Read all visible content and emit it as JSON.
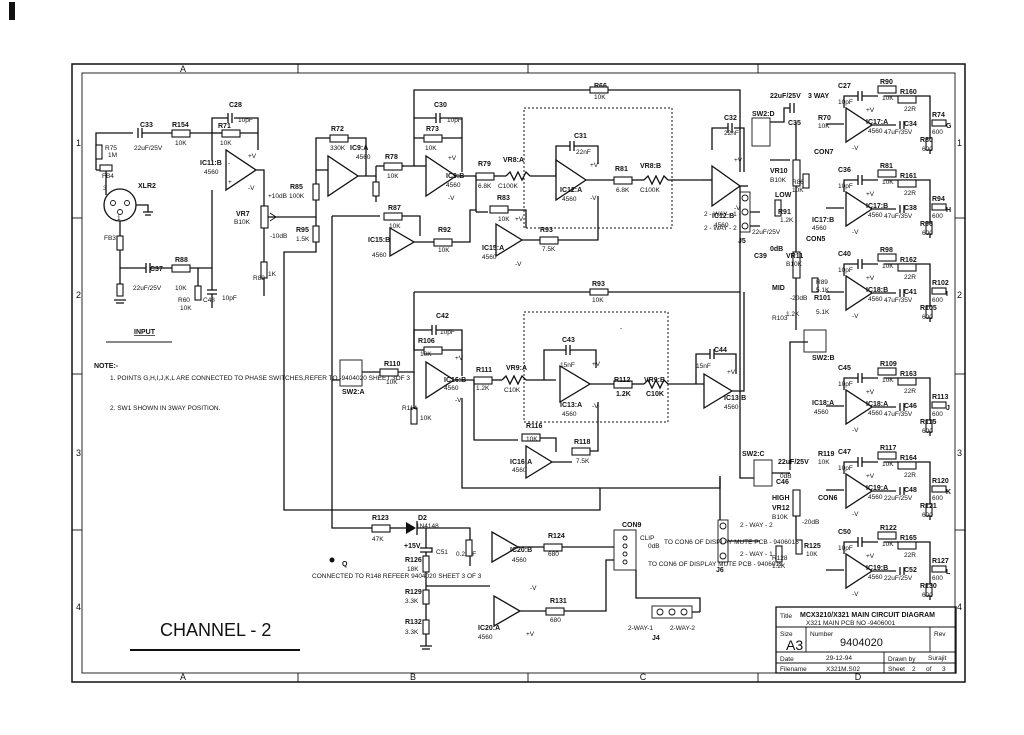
{
  "zones": {
    "columns": [
      "A",
      "B",
      "C",
      "D"
    ],
    "rows": [
      "1",
      "2",
      "3",
      "4"
    ]
  },
  "input_section": {
    "label": "INPUT",
    "xlr": "XLR2",
    "fb1": "FB4",
    "fb2": "FB3",
    "r75": "R75",
    "r75_val": "1M",
    "c33": "C33",
    "c33_val": "22uF/25V",
    "r154": "R154",
    "r154_val": "10K",
    "c28": "C28",
    "c28_val": "10pF",
    "r71": "R71",
    "r71_val": "10K",
    "ic11b": "IC11:B",
    "ic11b_part": "4560",
    "c37": "C37",
    "c37_val": "22uF/25V",
    "r88": "R88",
    "r88_val": "10K",
    "r60": "R60",
    "r60_val": "10K",
    "c48b": "C48",
    "c48b_val": "10pF",
    "vr7": "VR7",
    "vr7_val": "B10K",
    "vr7_hi": "+10dB",
    "vr7_lo": "-10dB",
    "r82": "R82",
    "r82_val": "1K"
  },
  "main_path": {
    "r72": "R72",
    "r72_val": "330K",
    "ic9a": "IC9:A",
    "ic9a_part": "4560",
    "r85": "R85",
    "r85_val": "100K",
    "r95": "R95",
    "r95_val": "1.5K",
    "r87": "R87",
    "r87_val": "10K",
    "ic15b": "IC15:B",
    "ic15b_part": "4560",
    "r92": "R92",
    "r92_val": "10K",
    "c30": "C30",
    "c30_val": "10pF",
    "r73": "R73",
    "r73_val": "10K",
    "r78": "R78",
    "r78_val": "10K",
    "ic9b": "IC9:B",
    "ic9b_part": "4560",
    "r79": "R79",
    "r79_val": "6.8K",
    "vr8a": "VR8:A",
    "vr8a_val": "C100K",
    "r66": "R66",
    "r66_val": "10K",
    "c31": "C31",
    "c31_val": "22nF",
    "ic12a": "IC12:A",
    "ic12a_part": "4560",
    "r83": "R83",
    "r83_val": "10K",
    "ic15a": "IC15:A",
    "ic15a_part": "4560",
    "r93": "R93",
    "r93_val": "7.5K",
    "r81": "R81",
    "r81_val": "6.8K",
    "vr8b": "VR8:B",
    "vr8b_val": "C100K",
    "c32": "C32",
    "c32_val": "22nF",
    "ic12b": "IC12:B",
    "ic12b_part": "4560",
    "sw2d": "SW2:D",
    "c35": "C35",
    "c35_val": "22uF/25V",
    "j5": "J5",
    "j5_1": "2 - WAY - 1",
    "j5_2": "2 - WAY - 2",
    "c39": "C39",
    "c39_val": "22uF/25V",
    "r91": "R91",
    "r91_val": "1.2K",
    "sw2a": "SW2:A",
    "r110": "R110",
    "r110_val": "10K",
    "r114": "R114",
    "r114_val": "10K",
    "c42": "C42",
    "c42_val": "10pF",
    "r106": "R106",
    "r106_val": "10K",
    "ic16b": "IC16:B",
    "ic16b_part": "4560",
    "r111": "R111",
    "r111_val": "1.2K",
    "vr9a": "VR9:A",
    "vr9a_val": "C10K",
    "r93b": "R93",
    "r93b_val": "10K",
    "c43": "C43",
    "c43_val": "15nF",
    "ic13a": "IC13:A",
    "ic13a_part": "4560",
    "r112": "R112",
    "r112_val": "1.2K",
    "vr9b": "VR9:B",
    "vr9b_val": "C10K",
    "c44": "C44",
    "c44_val": "15nF",
    "ic13b": "IC13:B",
    "ic13b_part": "4560",
    "r116": "R116",
    "r116_val": "10K",
    "ic16a": "IC16:A",
    "ic16a_part": "4560",
    "r118": "R118",
    "r118_val": "7.5K"
  },
  "right_outputs": {
    "three_way": "3 WAY",
    "r70": "R70",
    "r70_val": "10K",
    "con7": "CON7",
    "vr10": "VR10",
    "vr10_val": "B10K",
    "low": "LOW",
    "r86": "R86",
    "r86_val": "10K",
    "ic17b": "IC17:B",
    "ic17b_part": "4560",
    "con5": "CON5",
    "vr11": "VR11",
    "vr11_val": "B10K",
    "mid": "MID",
    "r103": "R103",
    "r103_val": "1.2K",
    "r101": "R101",
    "r101_val": "5.1K",
    "sw2b": "SW2:B",
    "ic18a": "IC18:A",
    "ic18a_part": "4560",
    "r89": "R89",
    "r89_val": "5.1K",
    "db20a": "-20dB",
    "db0a": "0dB",
    "blocks": [
      {
        "ic": "IC17:A",
        "part": "4560",
        "c": "C27",
        "cv": "10pF",
        "r1": "R90",
        "r1v": "10K",
        "r2": "R160",
        "r2v": "22R",
        "c2": "C34",
        "c2v": "47uF/35V",
        "r3": "R74",
        "r3v": "600",
        "r4": "R80",
        "r4v": "600",
        "pt": "G"
      },
      {
        "ic": "IC17:B",
        "part": "4560",
        "c": "C36",
        "cv": "10pF",
        "r1": "R81",
        "r1v": "10K",
        "r2": "R161",
        "r2v": "22R",
        "c2": "C38",
        "c2v": "47uF/35V",
        "r3": "R94",
        "r3v": "600",
        "r4": "R96",
        "r4v": "600",
        "pt": "H"
      },
      {
        "ic": "IC18:B",
        "part": "4560",
        "c": "C40",
        "cv": "10pF",
        "r1": "R98",
        "r1v": "10K",
        "r2": "R162",
        "r2v": "22R",
        "c2": "C41",
        "c2v": "47uF/35V",
        "r3": "R102",
        "r3v": "600",
        "r4": "R105",
        "r4v": "600",
        "pt": "I"
      },
      {
        "ic": "IC18:A",
        "part": "4560",
        "c": "C45",
        "cv": "10pF",
        "r1": "R109",
        "r1v": "10K",
        "r2": "R163",
        "r2v": "22R",
        "c2": "C46",
        "c2v": "47uF/35V",
        "r3": "R113",
        "r3v": "600",
        "r4": "R115",
        "r4v": "600",
        "pt": "J"
      },
      {
        "ic": "IC19:A",
        "part": "4560",
        "c": "C47",
        "cv": "10pF",
        "r1": "R117",
        "r1v": "10K",
        "r2": "R164",
        "r2v": "22R",
        "c2": "C48",
        "c2v": "22uF/25V",
        "r3": "R120",
        "r3v": "600",
        "r4": "R121",
        "r4v": "600",
        "pt": "K"
      },
      {
        "ic": "IC19:B",
        "part": "4560",
        "c": "C50",
        "cv": "10pF",
        "r1": "R122",
        "r1v": "10K",
        "r2": "R165",
        "r2v": "22R",
        "c2": "C52",
        "c2v": "22uF/25V",
        "r3": "R127",
        "r3v": "600",
        "r4": "R130",
        "r4v": "600",
        "pt": "L"
      }
    ],
    "sw2c": "SW2:C",
    "c46b": "C46",
    "c46b_val": "22uF/25V",
    "r119": "R119",
    "r119_val": "10K",
    "con6": "CON6",
    "high": "HIGH",
    "vr12": "VR12",
    "vr12_val": "B10K",
    "db20b": "-20dB",
    "db0b": "0dB",
    "r125": "R125",
    "r125_val": "10K",
    "r128": "R128",
    "r128_val": "1.2K",
    "j6": "J6",
    "j6_1": "2 - WAY - 1",
    "j6_2": "2 - WAY - 2"
  },
  "bottom_section": {
    "r123": "R123",
    "r123_val": "47K",
    "d2": "D2",
    "d2_val": "1N4148",
    "plus15": "+15V",
    "c51": "C51",
    "c51_val": "0.22uF",
    "r126": "R126",
    "r126_val": "18K",
    "r129": "R129",
    "r129_val": "3.3K",
    "r132": "R132",
    "r132_val": "3.3K",
    "ic20b": "IC20:B",
    "ic20b_part": "4560",
    "r124": "R124",
    "r124_val": "680",
    "ic20a": "IC20:A",
    "ic20a_part": "4560",
    "r131": "R131",
    "r131_val": "680",
    "con9": "CON9",
    "clip": "CLIP",
    "db0": "0dB",
    "to_mute_1": "TO CON6 OF DISPLAY MUTE PCB - 9406015",
    "to_mute_2": "TO CON6 OF DISPLAY MUTE PCB - 9406015",
    "j4": "J4",
    "j4_1": "2-WAY-1",
    "j4_2": "2-WAY-2",
    "connected_note": "CONNECTED TO R148 REFEER 9404020 SHEET 3 OF 3",
    "q": "Q"
  },
  "notes": {
    "heading": "NOTE:-",
    "items": [
      "1.  POINTS G,H,I,J,K,L ARE CONNECTED TO PHASE SWITCHES,REFER TO -9404020 SHEET 3OF 3",
      "2.  SW1 SHOWN IN 3WAY POSITION."
    ]
  },
  "channel_label": "CHANNEL  -  2",
  "title_block": {
    "title_label": "Title",
    "title_line1": "MCX3210/X321 MAIN CIRCUIT DIAGRAM",
    "title_line2": "X321 MAIN PCB NO -9406001",
    "size_label": "Size",
    "size_value": "A3",
    "number_label": "Number",
    "number_value": "9404020",
    "rev_label": "Rev",
    "date_label": "Date",
    "date_value": "29-12-94",
    "drawn_label": "Drawn by",
    "drawn_value": "Surajit",
    "filename_label": "Filename",
    "filename_value": "X321M.S02",
    "sheet_label": "Sheet",
    "sheet_value": "2",
    "of_label": "of",
    "sheet_total": "3"
  },
  "supply": {
    "pos": "+V",
    "neg": "-V"
  }
}
